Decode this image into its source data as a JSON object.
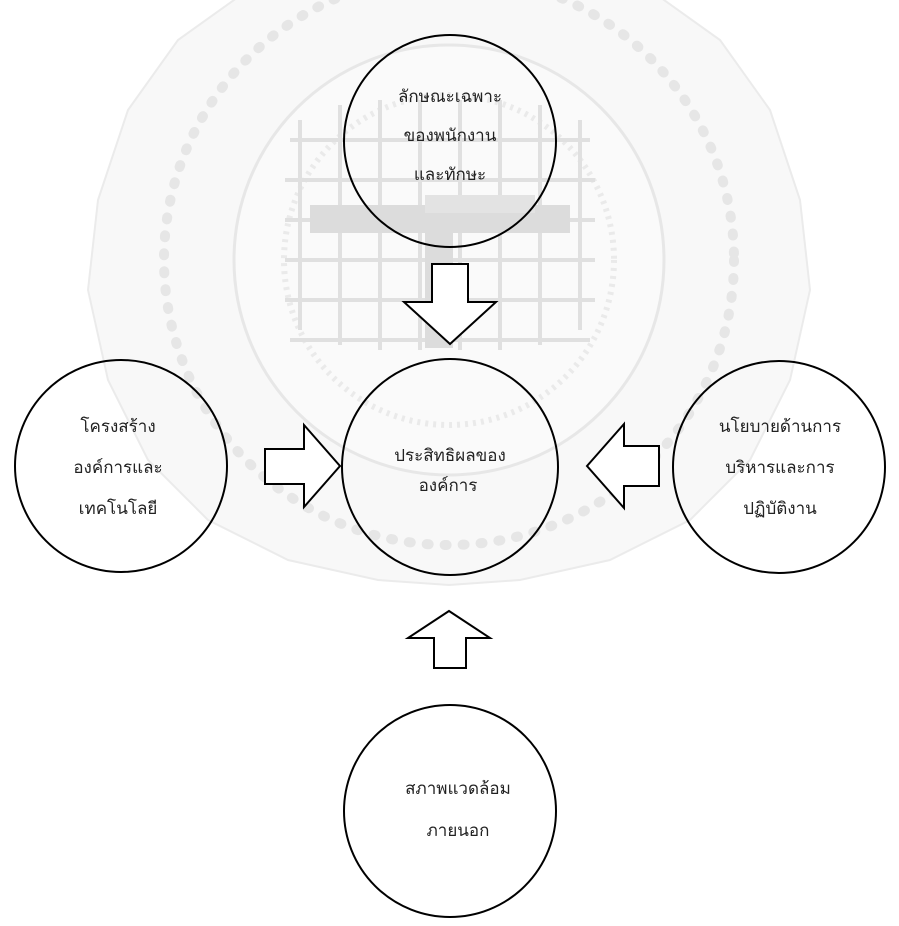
{
  "diagram": {
    "center": {
      "lines": [
        "ประสิทธิผลของ",
        "องค์การ"
      ]
    },
    "top": {
      "lines": [
        "ลักษณะเฉพาะ",
        "ของพนักงาน",
        "และทักษะ"
      ]
    },
    "left": {
      "lines": [
        "โครงสร้าง",
        "องค์การและ",
        "เทคโนโลยี"
      ]
    },
    "right": {
      "lines": [
        "นโยบายด้านการ",
        "บริหารและการ",
        "ปฏิบัติงาน"
      ]
    },
    "bottom": {
      "lines": [
        "สภาพแวดล้อม",
        "ภายนอก"
      ]
    }
  },
  "colors": {
    "stroke": "#000000",
    "text": "#222222",
    "watermark": "#d0d0d0"
  }
}
